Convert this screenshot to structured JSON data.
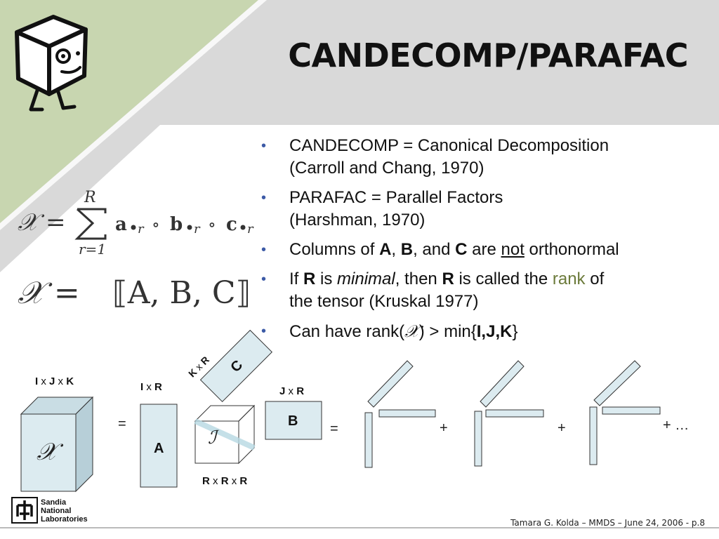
{
  "title": "CANDECOMP/PARAFAC",
  "bullets": [
    {
      "line1": "CANDECOMP = Canonical Decomposition",
      "line2": "(Carroll and Chang, 1970)"
    },
    {
      "line1": "PARAFAC = Parallel Factors",
      "line2": "(Harshman, 1970)"
    },
    {
      "p1": "Columns of ",
      "A": "A",
      "sep1": ", ",
      "B": "B",
      "sep2": ", and ",
      "C": "C",
      "p2": " are ",
      "not": "not",
      "p3": " orthonormal"
    },
    {
      "p1": "If ",
      "R1": "R",
      "p2": " is ",
      "minimal": "minimal",
      "p3": ", then ",
      "R2": "R",
      "p4": " is called the ",
      "rank": "rank",
      "p5": " of",
      "line2": "the tensor (Kruskal 1977)"
    },
    {
      "p1": "Can have rank(",
      "X": "𝒳",
      "p2": ") > min{",
      "IJK": "I,J,K",
      "p3": "}"
    }
  ],
  "equations": {
    "sum_top": "R",
    "sum_bottom": "r=1",
    "sum_lhs": "𝒳 =",
    "sum_terms": "a",
    "sum_b": "b",
    "sum_c": "c",
    "sub": "r",
    "circ": "∘",
    "eq2_lhs": "𝒳 =",
    "eq2_rhs": "⟦A, B, C⟧"
  },
  "diagram": {
    "x_dims": {
      "I": "I",
      "x1": " x ",
      "J": "J",
      "x2": " x ",
      "K": "K"
    },
    "x_symbol": "𝒳",
    "eq1": "=",
    "a_dims": {
      "I": "I",
      "x": " x ",
      "R": "R"
    },
    "a_label": "A",
    "i_symbol": "ℐ",
    "rrr": {
      "R1": "R",
      "x1": " x ",
      "R2": "R",
      "x2": " x ",
      "R3": "R"
    },
    "c_dims": {
      "K": "K",
      "x": " x ",
      "R": "R"
    },
    "c_label": "C",
    "b_dims": {
      "J": "J",
      "x": " x ",
      "R": "R"
    },
    "b_label": "B",
    "eq2": "=",
    "plus1": "+",
    "plus2": "+",
    "plus_more": "+ …"
  },
  "logo": {
    "line1": "Sandia",
    "line2": "National",
    "line3": "Laboratories"
  },
  "footer": "Tamara G. Kolda – MMDS – June 24, 2006 - p.8",
  "colors": {
    "green_band": "#c8d6b0",
    "gray_band": "#d9d9d9",
    "box_fill": "#dcebf0",
    "rank_color": "#6b7a3a"
  }
}
